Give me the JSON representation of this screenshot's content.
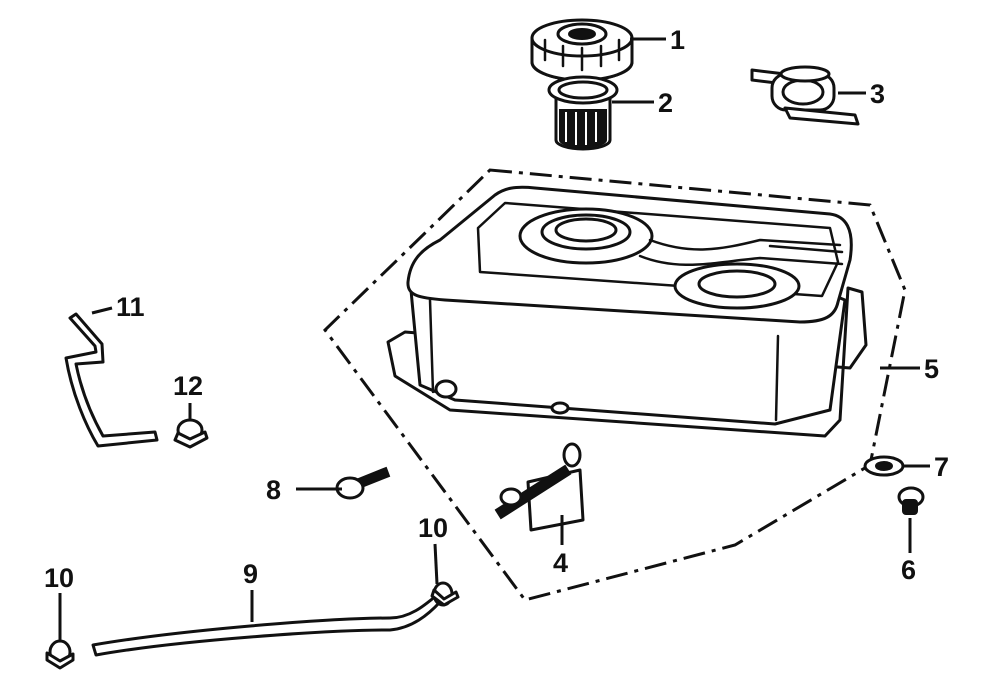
{
  "diagram": {
    "callouts": [
      {
        "id": "1",
        "label": "1"
      },
      {
        "id": "2",
        "label": "2"
      },
      {
        "id": "3",
        "label": "3"
      },
      {
        "id": "4",
        "label": "4"
      },
      {
        "id": "5",
        "label": "5"
      },
      {
        "id": "6",
        "label": "6"
      },
      {
        "id": "7",
        "label": "7"
      },
      {
        "id": "8",
        "label": "8"
      },
      {
        "id": "9",
        "label": "9"
      },
      {
        "id": "10a",
        "label": "10"
      },
      {
        "id": "10b",
        "label": "10"
      },
      {
        "id": "11",
        "label": "11"
      },
      {
        "id": "12",
        "label": "12"
      }
    ]
  }
}
